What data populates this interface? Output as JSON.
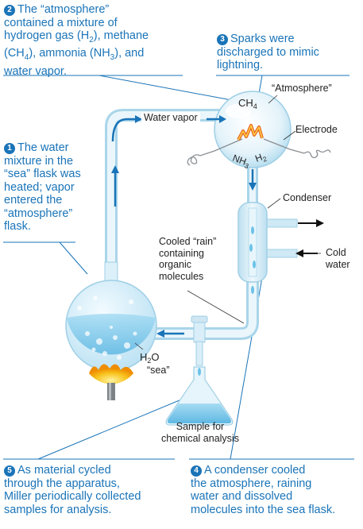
{
  "steps": [
    {
      "num": "2",
      "lines": [
        "The “atmosphere”",
        "contained a mixture of",
        "hydrogen gas (H",
        "), methane",
        "(CH",
        "), ammonia (NH",
        "), and",
        "water vapor."
      ],
      "subs": [
        "2",
        "4",
        "3"
      ]
    },
    {
      "num": "3",
      "lines": [
        "Sparks were",
        "discharged to mimic",
        "lightning."
      ]
    },
    {
      "num": "1",
      "lines": [
        "The water",
        "mixture in the",
        "“sea” flask was",
        "heated; vapor",
        "entered the",
        "“atmosphere”",
        "flask."
      ]
    },
    {
      "num": "5",
      "lines": [
        "As material cycled",
        "through the apparatus,",
        "Miller periodically collected",
        "samples for analysis."
      ]
    },
    {
      "num": "4",
      "lines": [
        "A condenser cooled",
        "the atmosphere, raining",
        "water and dissolved",
        "molecules into the sea flask."
      ]
    }
  ],
  "labels": {
    "atmosphere": "“Atmosphere”",
    "water_vapor": "Water vapor",
    "ch4": "CH",
    "ch4_sub": "4",
    "nh3": "NH",
    "nh3_sub": "3",
    "h2": "H",
    "h2_sub": "2",
    "electrode": "Electrode",
    "condenser": "Condenser",
    "cold_water": [
      "Cold",
      "water"
    ],
    "cooled_rain": [
      "Cooled “rain”",
      "containing",
      "organic",
      "molecules"
    ],
    "h2o": "H",
    "h2o_sub": "2",
    "h2o_rest": "O",
    "sea": "“sea”",
    "sample": [
      "Sample for",
      "chemical analysis"
    ]
  },
  "colors": {
    "accent": "#1a74b8",
    "glass": "#d6edf7",
    "water": "#8fd0ee",
    "flame": "#f5a800",
    "spark": "#e8641a"
  }
}
